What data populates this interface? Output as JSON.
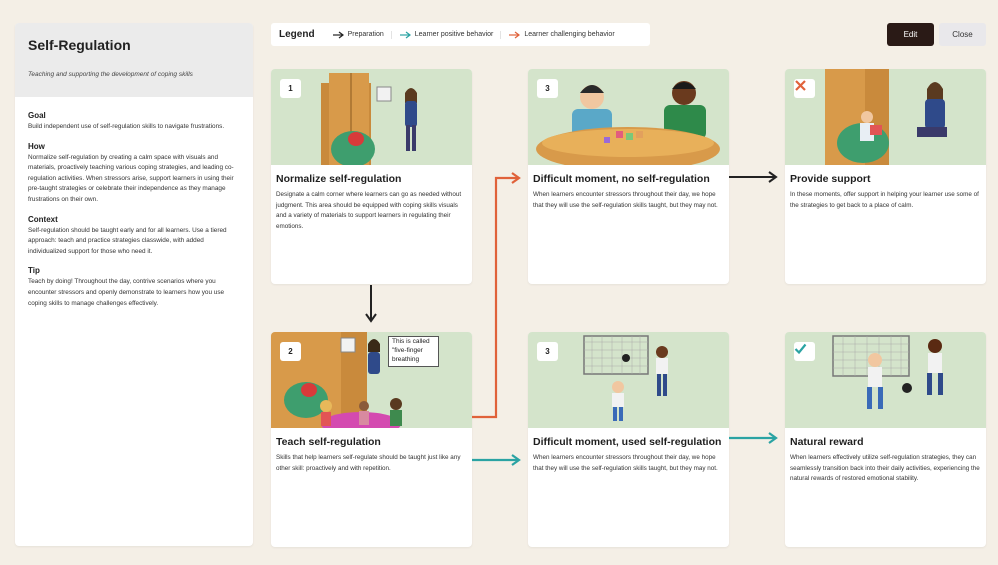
{
  "sidebar": {
    "title": "Self-Regulation",
    "subtitle": "Teaching and supporting the development of coping skills",
    "sections": [
      {
        "heading": "Goal",
        "text": "Build independent use of self-regulation skills to navigate frustrations."
      },
      {
        "heading": "How",
        "text": "Normalize self-regulation by creating a calm space with visuals and materials, proactively teaching various coping strategies, and leading co-regulation activities. When stressors arise, support learners in using their pre-taught strategies or celebrate their independence as they manage frustrations on their own."
      },
      {
        "heading": "Context",
        "text": "Self-regulation should be taught early and for all learners. Use a tiered approach: teach and practice strategies classwide, with added individualized support for those who need it."
      },
      {
        "heading": "Tip",
        "text": "Teach by doing! Throughout the day, contrive scenarios where you encounter stressors and openly demonstrate to learners how you use coping skills to manage challenges effectively."
      }
    ]
  },
  "legend": {
    "title": "Legend",
    "items": [
      {
        "label": "Preparation",
        "color": "#222222"
      },
      {
        "label": "Learner positive behavior",
        "color": "#2aa3a3"
      },
      {
        "label": "Learner challenging behavior",
        "color": "#e0623a"
      }
    ]
  },
  "toolbar": {
    "edit_label": "Edit",
    "close_label": "Close"
  },
  "cards": [
    {
      "badge": "1",
      "badge_icon": "",
      "title": "Normalize self-regulation",
      "description": "Designate a calm corner where learners can go as needed without judgment. This area should be equipped with coping skills visuals and a variety of materials to support learners in regulating their emotions."
    },
    {
      "badge": "2",
      "badge_icon": "",
      "title": "Teach self-regulation",
      "description": "Skills that help learners self-regulate should be taught just like any other skill: proactively and with repetition.",
      "speech": "This is called \"five-finger breathing"
    },
    {
      "badge": "3",
      "badge_icon": "",
      "title": "Difficult moment, no self-regulation",
      "description": "When learners encounter stressors throughout their day, we hope that they will use the self-regulation skills taught, but they may not."
    },
    {
      "badge": "3",
      "badge_icon": "",
      "title": "Difficult moment, used self-regulation",
      "description": "When learners encounter stressors throughout their day, we hope that they will use the self-regulation skills taught, but they may not."
    },
    {
      "badge": "",
      "badge_icon": "x-mark-icon",
      "badge_color": "#e0623a",
      "title": "Provide support",
      "description": "In these moments, offer support in helping your learner use some of the strategies to get back to a place of calm."
    },
    {
      "badge": "",
      "badge_icon": "check-mark-icon",
      "badge_color": "#2aa3a3",
      "title": "Natural reward",
      "description": "When learners effectively utilize self-regulation strategies, they can seamlessly transition back into their daily activities, experiencing the natural rewards of restored emotional stability."
    }
  ],
  "colors": {
    "background": "#f4efe6",
    "illustration_bg": "#d4e4cb",
    "edit_button": "#2a1a16"
  }
}
